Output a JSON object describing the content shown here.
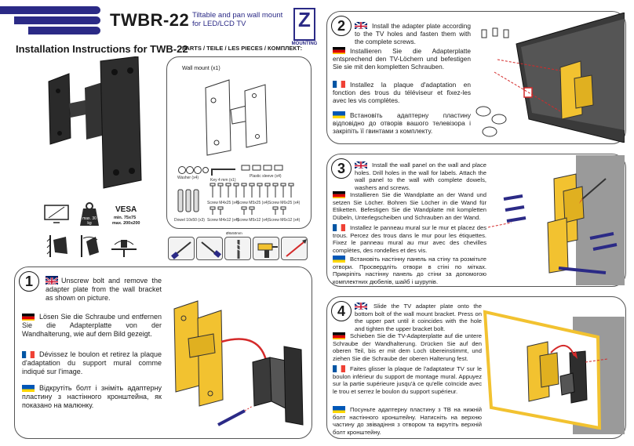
{
  "header": {
    "model": "TWBR-22",
    "tagline": "Tiltable and pan wall mount for  LED/LCD TV",
    "logo_letter": "Z",
    "logo_sub": "MOUNTING",
    "instructions_title": "Installation Instructions for TWB-22",
    "parts_title": "PARTS / TEILE / LES PIECES / КОМПЛЕКТ:"
  },
  "specs": {
    "weight": "max. 30 kg",
    "vesa_title": "VESA",
    "vesa_line1": "min. 75x75",
    "vesa_line2": "max. 200x200"
  },
  "parts": {
    "wall_mount": "Wall mount (x1)",
    "washer": "Washer (x4)",
    "key": "Key 4 mm (x1)",
    "plastic_sleeve": "Plastic sleeve (x4)",
    "screw_m4x25": "Screw M4x25 (x4)",
    "screw_m5x25": "Screw M5x25 (x4)",
    "screw_m6x25": "Screw M6x25 (x4)",
    "dowel": "Dowel 10x50 (x3)",
    "screw_m4x12": "Screw M4x12 (x4)",
    "screw_m5x12": "Screw M5x12 (x4)",
    "screw_m6x12": "Screw M6x12 (x4)",
    "drill_size": "Ø8x50mm"
  },
  "steps": [
    {
      "number": "1",
      "en": "Unscrew bolt and remove the adapter plate from the wall bracket as shown on picture.",
      "de": "Lösen Sie die Schraube und entfernen Sie die Adapterplatte von der Wandhalterung, wie auf dem Bild gezeigt.",
      "fr": "Dévissez le boulon et retirez la plaque d'adaptation du support mural comme indiqué sur l'image.",
      "ua": "Відкрутіть болт і зніміть адаптерну пластину з настінного кронштейна, як показано на малюнку."
    },
    {
      "number": "2",
      "en": "Install the adapter plate according to the TV holes and fasten them with the complete screws.",
      "de": "Installieren Sie die Adapterplatte entsprechend den TV-Löchern und befestigen Sie sie mit den kompletten Schrauben.",
      "fr": "Installez la plaque d'adaptation en fonction des trous du téléviseur et fixez-les avec les vis complètes.",
      "ua": "Встановіть адаптерну пластину відповідно до отворів вашого телевізора і закріпіть її гвинтами з комплекту."
    },
    {
      "number": "3",
      "en": "Install the wall panel on the wall and place holes. Drill holes in the wall for labels. Attach the wall panel to the wall with complete dowels, washers and screws.",
      "de": "Installieren Sie die Wandplatte an der Wand und setzen Sie Löcher. Bohren Sie Löcher in die Wand für Etiketten. Befestigen Sie die Wandplatte mit kompletten Dübeln, Unterlegscheiben und Schrauben an der Wand.",
      "fr": "Installez le panneau mural sur le mur et placez des trous. Percez des trous dans le mur pour les étiquettes. Fixez le panneau mural au mur avec des chevilles complètes, des rondelles et des vis.",
      "ua": "Встановіть настінну панель на стіну та розмітьте отвори. Просвердліть отвори в стіні по мітках. Прикріпіть настінну панель до стіни за допомогою комплектних дюбелів, шайб і шурупів."
    },
    {
      "number": "4",
      "en": "Slide the TV adapter plate onto the bottom bolt of the wall mount bracket. Press on the upper part until it coincides with the hole and tighten the upper bracket bolt.",
      "de": "Schieben Sie die TV-Adapterplatte auf die untere Schraube der Wandhalterung. Drücken Sie auf den oberen Teil, bis er mit dem Loch übereinstimmt, und ziehen Sie die Schraube der oberen Halterung fest.",
      "fr": "Faites glisser la plaque de l'adaptateur TV sur le boulon inférieur du support de montage mural. Appuyez sur la partie supérieure jusqu'à ce qu'elle coïncide avec le trou et serrez le boulon du support supérieur.",
      "ua": "Посуньте адаптерну пластину з ТВ на нижній болт настінного кронштейну. Натисніть на верхню частину до звівадіння з отвором та вкрутіть верхній болт кронштейну."
    }
  ],
  "colors": {
    "brand": "#2b2a86",
    "accent_yellow": "#f2c230",
    "arrow_red": "#d42a2a",
    "dark_metal": "#2e2e2e"
  }
}
